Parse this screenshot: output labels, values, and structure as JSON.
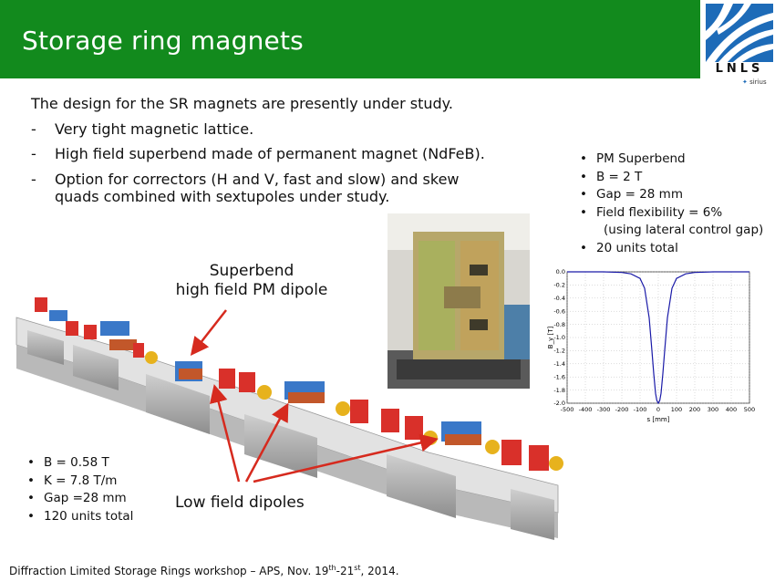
{
  "slide": {
    "title": "Storage ring magnets",
    "logo": {
      "letters": "LNLS",
      "subtitle": "sirius"
    },
    "intro": "The design for the SR magnets are presently under study.",
    "dash_items": [
      "Very tight magnetic lattice.",
      "High field superbend made of permanent magnet (NdFeB).",
      "Option for correctors (H and V, fast and slow) and skew quads combined with sextupoles under study."
    ],
    "dash_marker": "-",
    "right_bullets": [
      "PM Superbend",
      "B = 2 T",
      "Gap = 28 mm",
      "Field flexibility = 6%",
      "(using lateral control gap)",
      "20 units total"
    ],
    "left_bullets": [
      "B = 0.58 T",
      "K = 7.8 T/m",
      "Gap =28 mm",
      "120 units total"
    ],
    "callout_superbend_line1": "Superbend",
    "callout_superbend_line2": "high field PM dipole",
    "callout_lowfield": "Low field dipoles",
    "footer": {
      "prefix": "Diffraction Limited Storage Rings workshop – APS, Nov. 19",
      "sup1": "th",
      "mid": "-21",
      "sup2": "st",
      "suffix": ", 2014."
    },
    "colors": {
      "title_bar": "#128a1d",
      "arrow": "#d62a1e",
      "curve": "#1a1aa8"
    }
  },
  "chart_data": {
    "type": "line",
    "title": "",
    "xlabel": "s [mm]",
    "ylabel": "B_y [T]",
    "xlim": [
      -500,
      500
    ],
    "ylim": [
      -2.0,
      0.0
    ],
    "x_ticks": [
      "-500",
      "-400",
      "-300",
      "-200",
      "-100",
      "0",
      "100",
      "200",
      "300",
      "400",
      "500"
    ],
    "y_ticks": [
      "0.0",
      "-0.2",
      "-0.4",
      "-0.6",
      "-0.8",
      "-1.0",
      "-1.2",
      "-1.4",
      "-1.6",
      "-1.8",
      "-2.0"
    ],
    "grid": true,
    "series": [
      {
        "x": [
          -500,
          -300,
          -200,
          -150,
          -100,
          -75,
          -50,
          -35,
          -25,
          -15,
          -8,
          0,
          8,
          15,
          25,
          35,
          50,
          75,
          100,
          150,
          200,
          300,
          500
        ],
        "values": [
          0.0,
          0.0,
          -0.01,
          -0.03,
          -0.1,
          -0.25,
          -0.7,
          -1.2,
          -1.55,
          -1.85,
          -1.96,
          -2.0,
          -1.96,
          -1.85,
          -1.55,
          -1.2,
          -0.7,
          -0.25,
          -0.1,
          -0.03,
          -0.01,
          0.0,
          0.0
        ]
      }
    ]
  }
}
